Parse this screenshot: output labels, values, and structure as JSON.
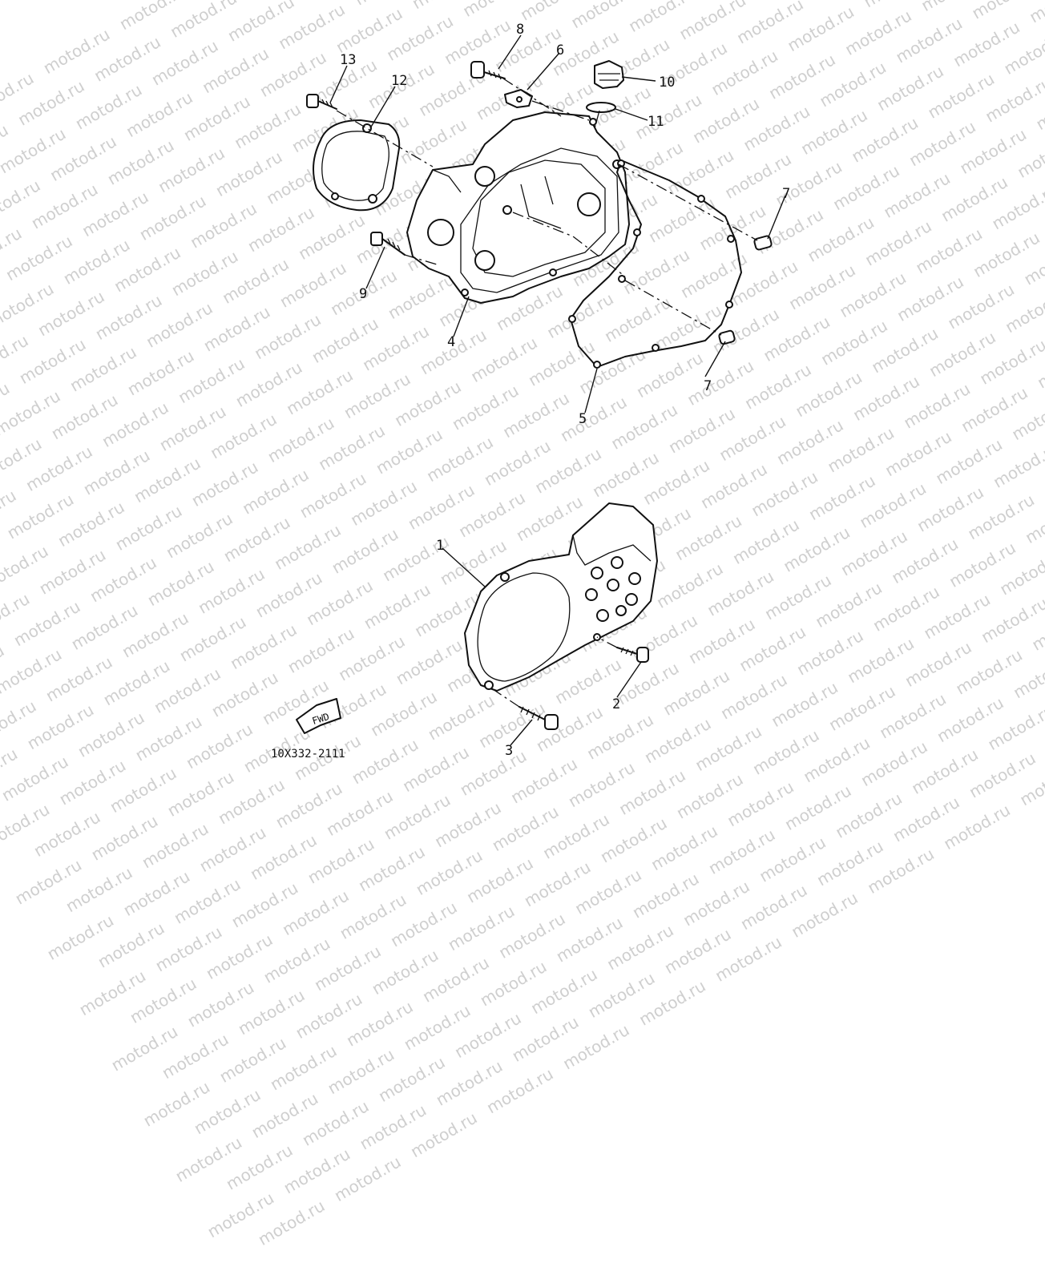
{
  "watermark": {
    "text": "motod.ru"
  },
  "callouts": [
    {
      "id": "1",
      "label": "1"
    },
    {
      "id": "2",
      "label": "2"
    },
    {
      "id": "3",
      "label": "3"
    },
    {
      "id": "4",
      "label": "4"
    },
    {
      "id": "5",
      "label": "5"
    },
    {
      "id": "6",
      "label": "6"
    },
    {
      "id": "7a",
      "label": "7"
    },
    {
      "id": "7b",
      "label": "7"
    },
    {
      "id": "8",
      "label": "8"
    },
    {
      "id": "9",
      "label": "9"
    },
    {
      "id": "10",
      "label": "10"
    },
    {
      "id": "11",
      "label": "11"
    },
    {
      "id": "12",
      "label": "12"
    },
    {
      "id": "13",
      "label": "13"
    }
  ],
  "fwd_marker": {
    "text": "FWD"
  },
  "diagram_code": "10X332-2111"
}
